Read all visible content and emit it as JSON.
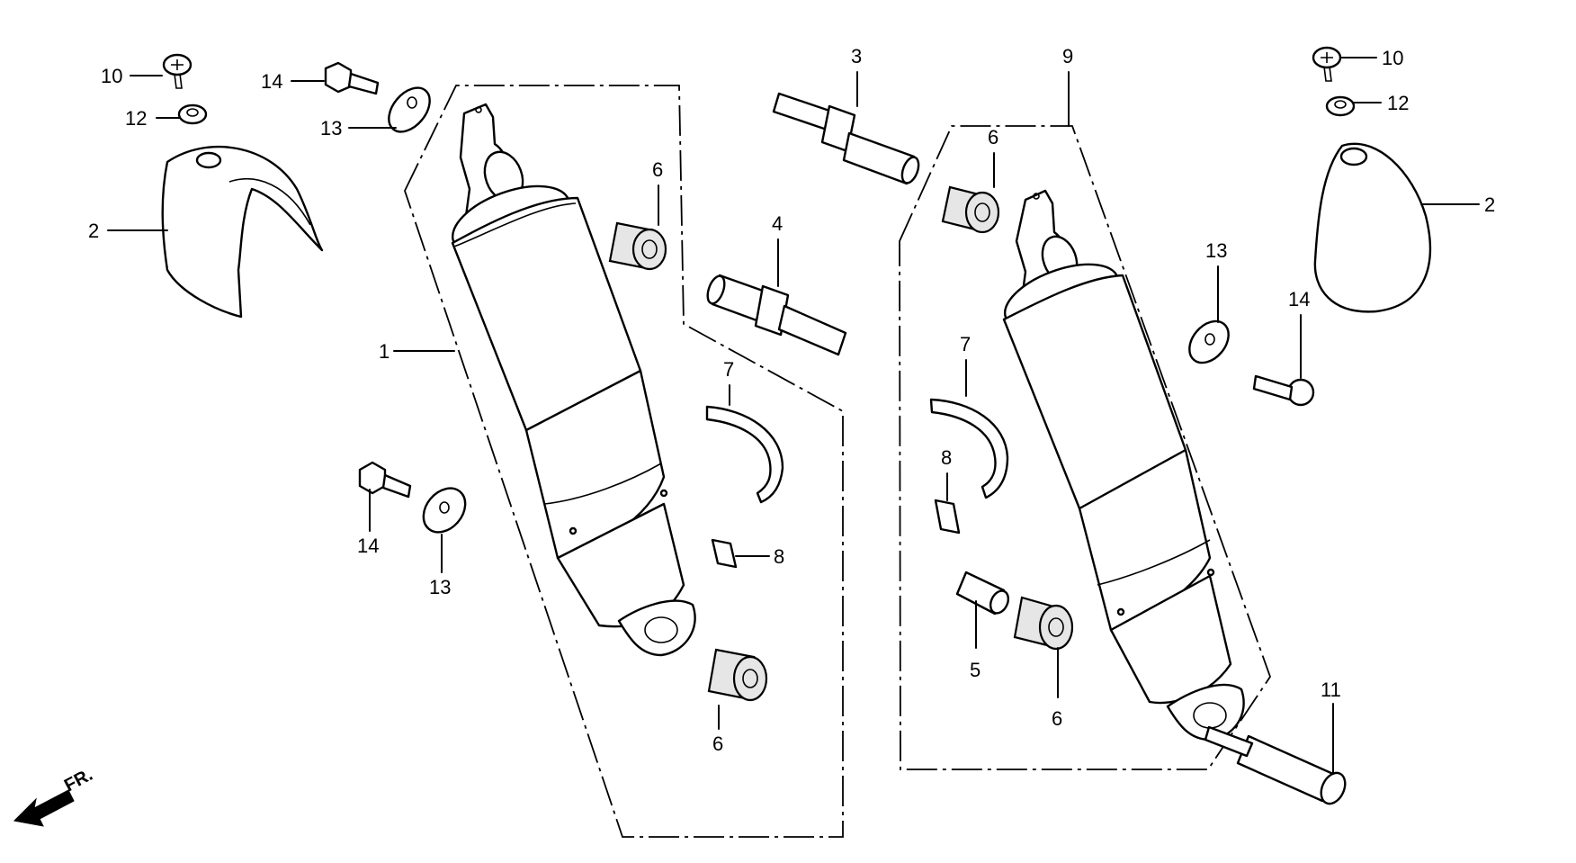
{
  "callouts": {
    "c1": "1",
    "c2": "2",
    "c3": "3",
    "c4": "4",
    "c5": "5",
    "c6": "6",
    "c7": "7",
    "c8": "8",
    "c9": "9",
    "c10": "10",
    "c11": "11",
    "c12": "12",
    "c13": "13",
    "c14": "14"
  },
  "direction_label": "FR.",
  "icons": [
    "front-direction-arrow-icon"
  ]
}
